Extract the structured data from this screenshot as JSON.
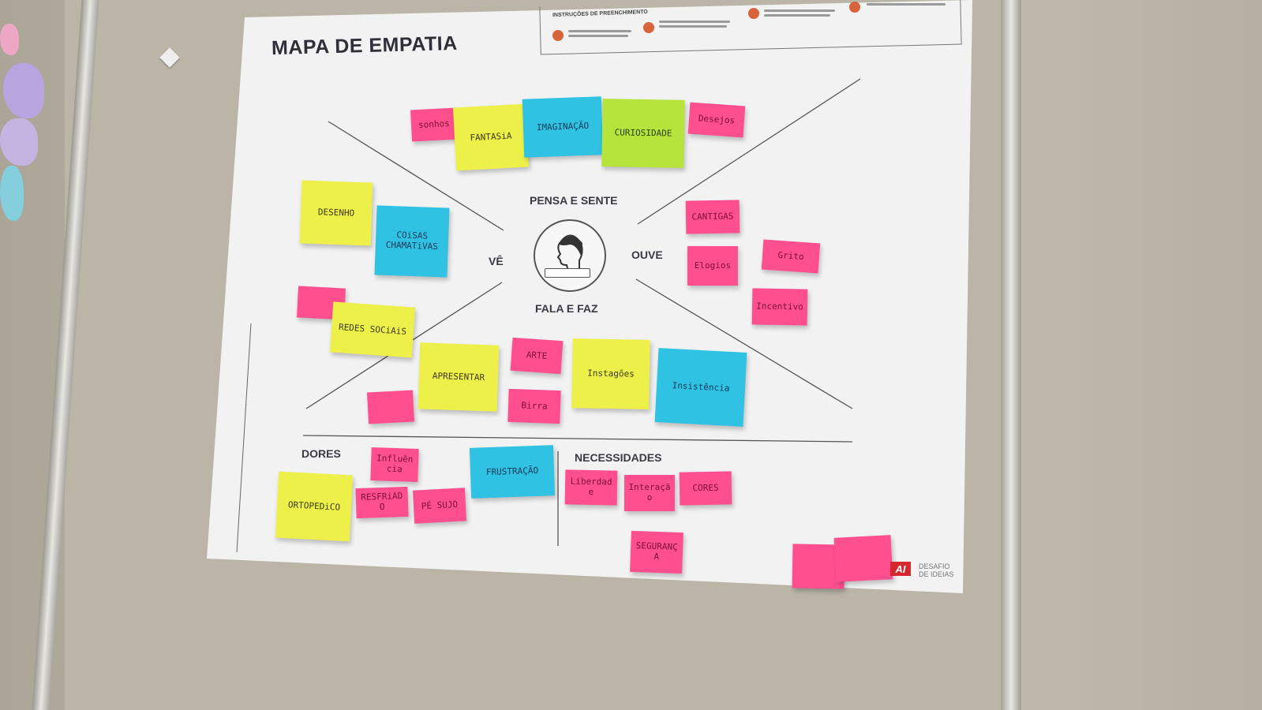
{
  "poster": {
    "title": "MAPA DE EMPATIA",
    "instructions_title": "INSTRUÇÕES DE PREENCHIMENTO",
    "sections": {
      "top": "PENSA E SENTE",
      "left": "VÊ",
      "right": "OUVE",
      "bottom": "FALA E FAZ",
      "pains": "DORES",
      "needs": "NECESSIDADES"
    },
    "footer_logo": "AI",
    "footer_text": "DESAFIO DE IDEIAS"
  },
  "notes": {
    "sonhos": "sonhos",
    "fantasia": "FANTASiA",
    "imaginacao": "IMAGINAÇÃO",
    "curiosidade": "CURIOSIDADE",
    "desejos": "Desejos",
    "desenho": "DESENHO",
    "coisas": "COiSAS CHAMATiVAS",
    "redes": "REDES SOCiAiS",
    "cantigas": "CANTIGAS",
    "elogios": "Elogios",
    "grito": "Grito",
    "incentivo": "Incentivo",
    "apresentar": "APRESENTAR",
    "arte": "ARTE",
    "birra": "Birra",
    "instagoes": "Instagões",
    "insistencia": "Insistência",
    "frustracao": "FRUSTRAÇÃO",
    "influencia": "Influência",
    "ortopedico": "ORTOPEDiCO",
    "resfriado": "RESFRiADO",
    "pe_sujo": "PÉ SUJO",
    "liberdade": "Liberdade",
    "interacao": "Interação",
    "cores": "CORES",
    "seguranca": "SEGURANÇA"
  },
  "colors": {
    "pink": "#ff4f8f",
    "yellow": "#eef04a",
    "blue": "#2fc2e2",
    "green": "#b6e43a",
    "instruction_icon": "#d8643c",
    "footer_logo": "#d6272e"
  },
  "icons": [
    "person-head-icon",
    "pushpin-icon"
  ]
}
